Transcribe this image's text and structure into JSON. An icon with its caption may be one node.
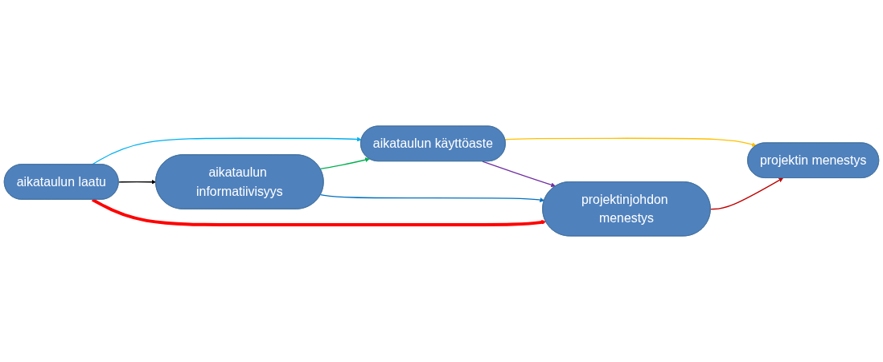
{
  "diagram": {
    "nodes": [
      {
        "text": [
          "aikataulun laatu"
        ]
      },
      {
        "text": [
          "aikataulun käyttöaste"
        ]
      },
      {
        "text": [
          "projektin menestys"
        ]
      },
      {
        "text": [
          "aikataulun informatiivisyys"
        ]
      },
      {
        "text": [
          "projektinjohdon menestys"
        ]
      }
    ],
    "edges": [
      {
        "from": 0,
        "to": 1,
        "arrow": "to",
        "color": "#00b0f0"
      },
      {
        "from": 1,
        "to": 2,
        "arrow": "to",
        "color": "#ffc000"
      },
      {
        "from": 0,
        "to": 3,
        "arrow": "to",
        "color": "#000000"
      },
      {
        "from": 3,
        "to": 1,
        "arrow": "to",
        "color": "#00b050"
      },
      {
        "from": 0,
        "to": 4,
        "arrow": "to",
        "style": "thick",
        "color": "#ff0000"
      },
      {
        "from": 1,
        "to": 4,
        "arrow": "to",
        "color": "#7030a0"
      },
      {
        "from": 3,
        "to": 4,
        "arrow": "to",
        "color": "#0070c0"
      },
      {
        "from": 4,
        "to": 2,
        "arrow": "to",
        "color": "#c00000"
      }
    ]
  }
}
